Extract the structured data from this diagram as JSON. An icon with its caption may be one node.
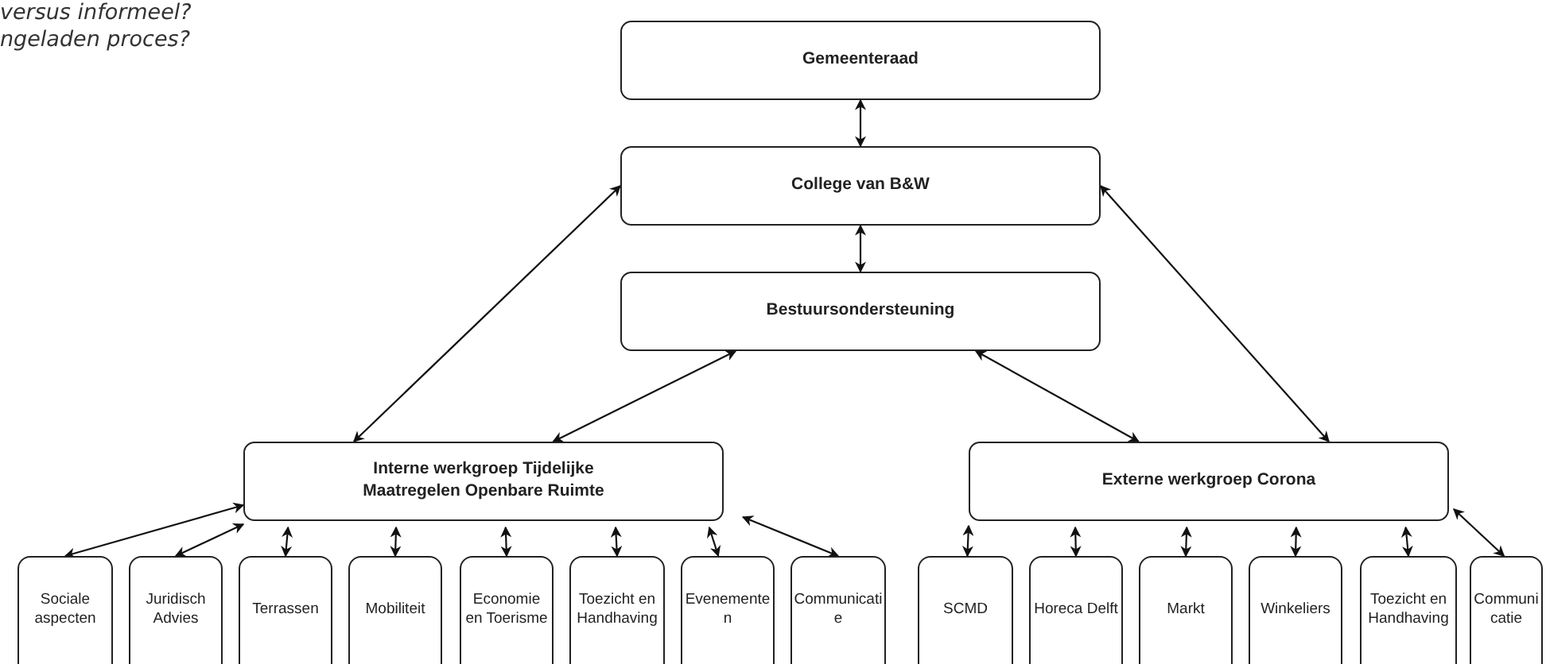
{
  "diagram": {
    "nodes": [
      {
        "text": [
          "Gemeenteraad"
        ]
      },
      {
        "text": [
          "College van B&W"
        ]
      },
      {
        "text": [
          "Bestuursondersteuning"
        ]
      },
      {
        "text": [
          "Interne werkgroep Tijdelijke Maatregelen Openbare Ruimte"
        ]
      },
      {
        "text": [
          "Externe werkgroep Corona"
        ]
      },
      {
        "text": [
          "Sociale aspecten"
        ]
      },
      {
        "text": [
          "Juridisch Advies"
        ]
      },
      {
        "text": [
          "Terrassen"
        ]
      },
      {
        "text": [
          "Mobiliteit"
        ]
      },
      {
        "text": [
          "Economie en Toerisme"
        ]
      },
      {
        "text": [
          "Toezicht en Handhaving"
        ]
      },
      {
        "text": [
          "Evenementen"
        ]
      },
      {
        "text": [
          "Communicatie"
        ]
      },
      {
        "text": [
          "SCMD"
        ]
      },
      {
        "text": [
          "Horeca Delft"
        ]
      },
      {
        "text": [
          "Markt"
        ]
      },
      {
        "text": [
          "Winkeliers"
        ]
      },
      {
        "text": [
          "Toezicht en Handhaving"
        ]
      },
      {
        "text": [
          "Communicatie"
        ]
      }
    ],
    "edges": [
      {
        "from": 0,
        "to": 1,
        "arrow": "both"
      },
      {
        "from": 1,
        "to": 2,
        "arrow": "both"
      },
      {
        "from": 1,
        "to": 3,
        "arrow": "both"
      },
      {
        "from": 1,
        "to": 4,
        "arrow": "both"
      },
      {
        "from": 2,
        "to": 3,
        "arrow": "both"
      },
      {
        "from": 2,
        "to": 4,
        "arrow": "both"
      },
      {
        "from": 3,
        "to": 5,
        "arrow": "both"
      },
      {
        "from": 3,
        "to": 6,
        "arrow": "both"
      },
      {
        "from": 3,
        "to": 7,
        "arrow": "both"
      },
      {
        "from": 3,
        "to": 8,
        "arrow": "both"
      },
      {
        "from": 3,
        "to": 9,
        "arrow": "both"
      },
      {
        "from": 3,
        "to": 10,
        "arrow": "both"
      },
      {
        "from": 3,
        "to": 11,
        "arrow": "both"
      },
      {
        "from": 3,
        "to": 12,
        "arrow": "both"
      },
      {
        "from": 4,
        "to": 13,
        "arrow": "both"
      },
      {
        "from": 4,
        "to": 14,
        "arrow": "both"
      },
      {
        "from": 4,
        "to": 15,
        "arrow": "both"
      },
      {
        "from": 4,
        "to": 16,
        "arrow": "both"
      },
      {
        "from": 4,
        "to": 17,
        "arrow": "both"
      },
      {
        "from": 4,
        "to": 18,
        "arrow": "both"
      }
    ],
    "labels": [
      "versus informeel?",
      "ngeladen proces?"
    ]
  }
}
